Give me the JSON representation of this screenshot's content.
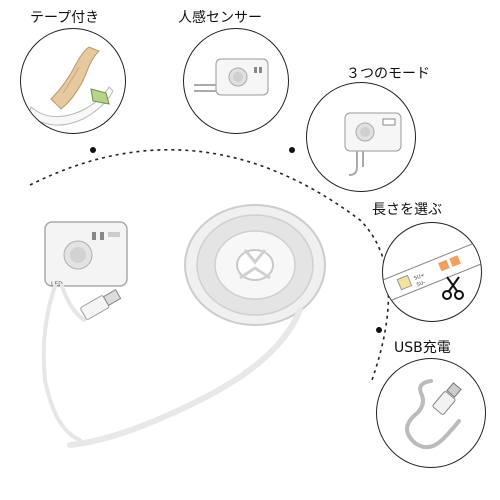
{
  "features": [
    {
      "id": "tape",
      "label": "テープ付き",
      "icon": "adhesive-tape-icon"
    },
    {
      "id": "sensor",
      "label": "人感センサー",
      "icon": "motion-sensor-icon"
    },
    {
      "id": "modes",
      "label": "３つのモード",
      "icon": "mode-switch-icon"
    },
    {
      "id": "length",
      "label": "長さを選ぶ",
      "icon": "scissors-cut-icon"
    },
    {
      "id": "usb",
      "label": "USB充電",
      "icon": "usb-cable-icon"
    }
  ],
  "product": {
    "sensor_module_label": "LED"
  },
  "colors": {
    "strip_white": "#f2f2f2",
    "outline": "#222222",
    "tape_beige": "#e7c9a0",
    "led_yellow": "#f4e3a0",
    "cut_marker": "#f0a060"
  }
}
